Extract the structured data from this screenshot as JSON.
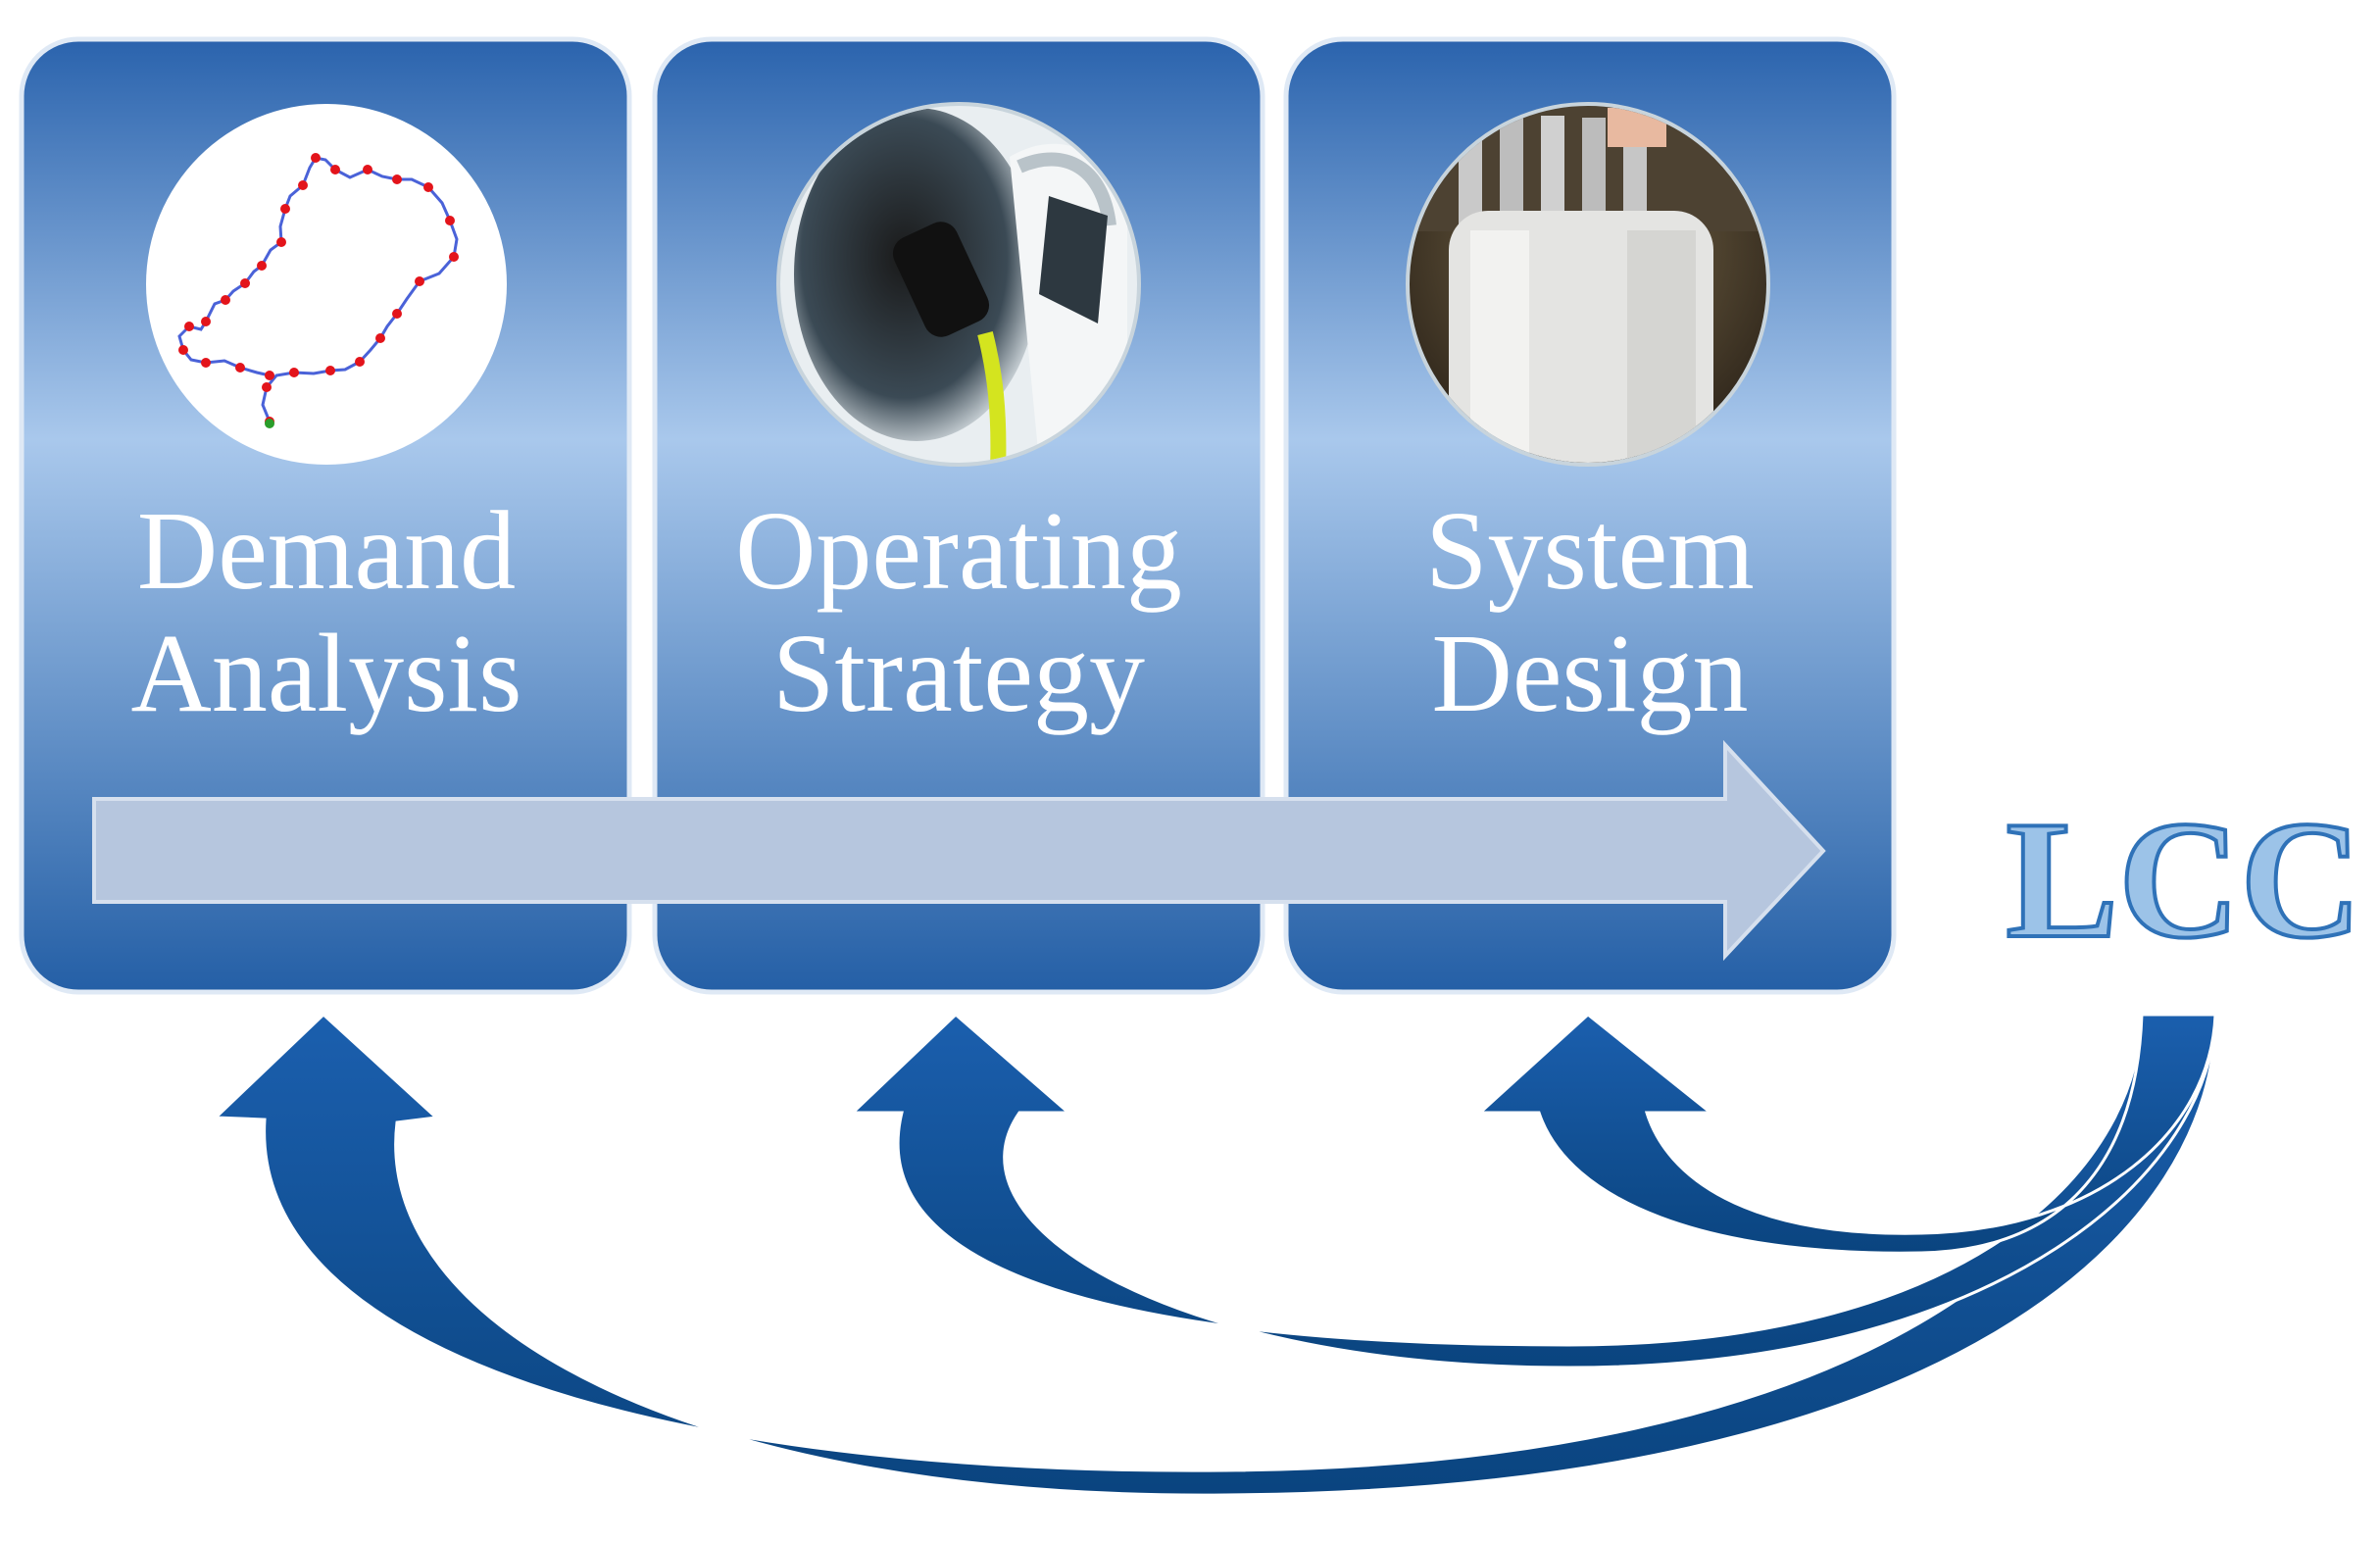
{
  "panels": [
    {
      "line1": "Demand",
      "line2": "Analysis",
      "image_icon": "route-map-icon"
    },
    {
      "line1": "Operating",
      "line2": "Strategy",
      "image_icon": "ev-charging-plug-icon"
    },
    {
      "line1": "System",
      "line2": "Design",
      "image_icon": "battery-cell-icon"
    }
  ],
  "target": {
    "label": "LCC"
  },
  "colors": {
    "panel_top": "#2a63ad",
    "panel_mid": "#a9c8ec",
    "panel_bottom": "#245fa6",
    "process_arrow": "#b6c6de",
    "feedback_arrow": "#0f4f9c",
    "lcc_fill": "#9cc3e8",
    "lcc_stroke": "#2f72b8"
  }
}
